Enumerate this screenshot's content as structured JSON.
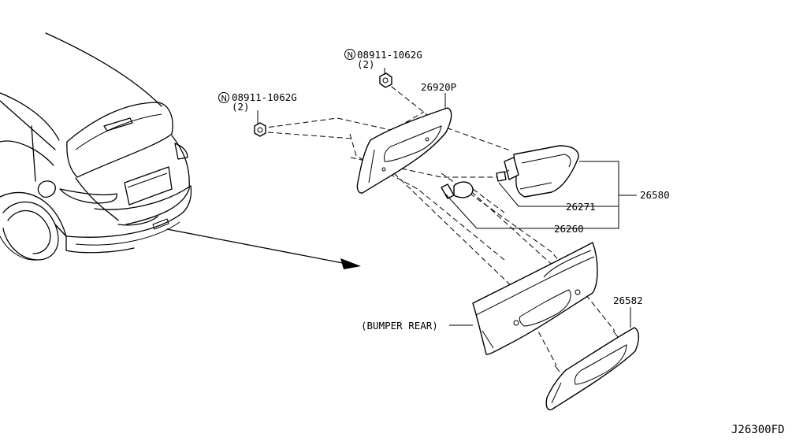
{
  "callouts": {
    "nut_upper": {
      "circle_letter": "N",
      "code": "08911-1062G",
      "qty": "(2)"
    },
    "nut_left": {
      "circle_letter": "N",
      "code": "08911-1062G",
      "qty": "(2)"
    },
    "finisher_upper": "26920P",
    "lamp_assembly": "26580",
    "socket": "26271",
    "bulb": "26260",
    "finisher_lower": "26582",
    "bumper": "(BUMPER REAR)"
  },
  "diagram_id": "J26300FD"
}
